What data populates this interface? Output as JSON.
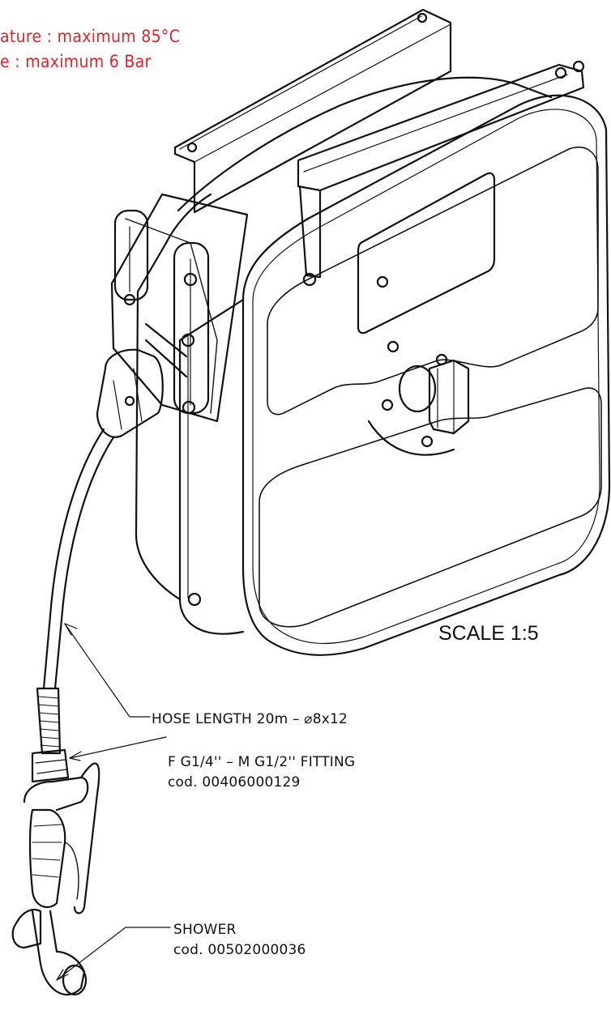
{
  "specs": {
    "temperature": "ature : maximum 85°C",
    "pressure": "e : maximum 6 Bar"
  },
  "scale": "SCALE 1:5",
  "callouts": {
    "hose": "HOSE LENGTH 20m – ⌀8x12",
    "fitting": "F G1/4'' – M G1/2'' FITTING",
    "fitting_code": "cod. 00406000129",
    "shower": "SHOWER",
    "shower_code": "cod. 00502000036"
  },
  "colors": {
    "spec_text": "#e0242a",
    "line": "#111111"
  }
}
